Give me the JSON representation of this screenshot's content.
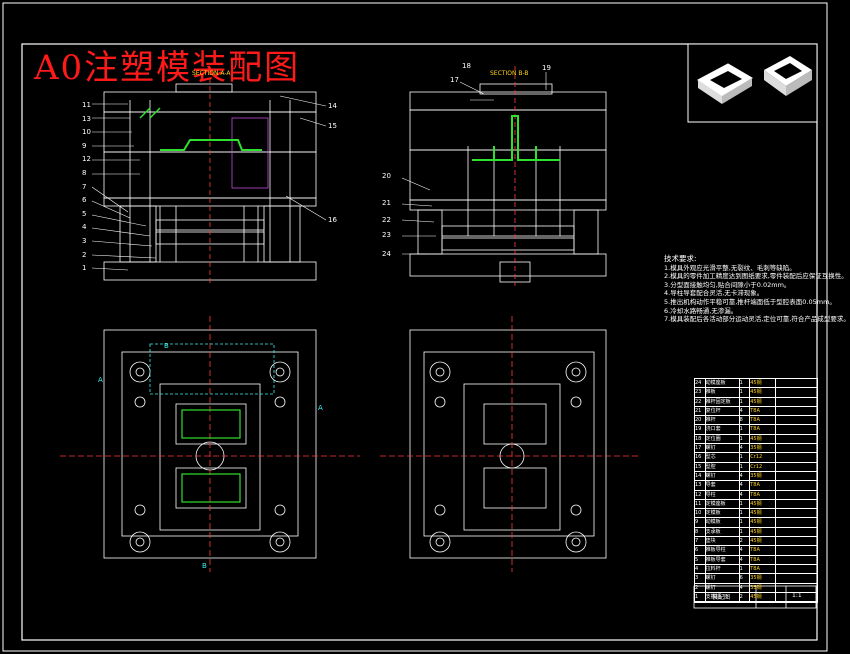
{
  "drawing": {
    "title": "A0注塑模装配图",
    "section_aa": "SECTION A-A",
    "section_bb": "SECTION B-B",
    "left_labels": [
      "11",
      "13",
      "10",
      "9",
      "12",
      "8",
      "7",
      "6",
      "5",
      "4",
      "3",
      "2",
      "1"
    ],
    "right_labels": [
      "14",
      "15",
      "16"
    ],
    "bb_top_labels": [
      "18",
      "17",
      "19"
    ],
    "bb_left_labels": [
      "20",
      "21",
      "22",
      "23",
      "24"
    ],
    "view_marks": [
      "A",
      "A",
      "B",
      "B"
    ],
    "tech_title": "技术要求:",
    "tech_lines": [
      "1.模具外观应光滑平整,无裂纹、毛刺等缺陷。",
      "2.模具的零件加工精度达到图纸要求,零件装配后应保证互换性。",
      "3.分型面接触均匀,贴合间隙小于0.02mm。",
      "4.导柱导套配合灵活,无卡滞现象。",
      "5.推出机构动作平稳可靠,推杆端面低于型腔表面0.05mm。",
      "6.冷却水路畅通,无渗漏。",
      "7.模具装配后各活动部分运动灵活,定位可靠,符合产品成型要求。"
    ],
    "bom_rows": [
      [
        "24",
        "动模座板",
        "1",
        "45钢",
        "",
        ""
      ],
      [
        "23",
        "推板",
        "1",
        "45钢",
        "",
        ""
      ],
      [
        "22",
        "推杆固定板",
        "1",
        "45钢",
        "",
        ""
      ],
      [
        "21",
        "复位杆",
        "4",
        "T8A",
        "",
        ""
      ],
      [
        "20",
        "推杆",
        "8",
        "T8A",
        "",
        ""
      ],
      [
        "19",
        "浇口套",
        "1",
        "T8A",
        "",
        ""
      ],
      [
        "18",
        "定位圈",
        "1",
        "45钢",
        "",
        ""
      ],
      [
        "17",
        "螺钉",
        "4",
        "35钢",
        "",
        ""
      ],
      [
        "16",
        "型芯",
        "1",
        "Cr12",
        "",
        ""
      ],
      [
        "15",
        "型腔",
        "1",
        "Cr12",
        "",
        ""
      ],
      [
        "14",
        "螺钉",
        "4",
        "35钢",
        "",
        ""
      ],
      [
        "13",
        "导套",
        "4",
        "T8A",
        "",
        ""
      ],
      [
        "12",
        "导柱",
        "4",
        "T8A",
        "",
        ""
      ],
      [
        "11",
        "定模座板",
        "1",
        "45钢",
        "",
        ""
      ],
      [
        "10",
        "定模板",
        "1",
        "45钢",
        "",
        ""
      ],
      [
        "9",
        "动模板",
        "1",
        "45钢",
        "",
        ""
      ],
      [
        "8",
        "支承板",
        "1",
        "45钢",
        "",
        ""
      ],
      [
        "7",
        "垫块",
        "2",
        "45钢",
        "",
        ""
      ],
      [
        "6",
        "推板导柱",
        "4",
        "T8A",
        "",
        ""
      ],
      [
        "5",
        "推板导套",
        "4",
        "T8A",
        "",
        ""
      ],
      [
        "4",
        "拉料杆",
        "1",
        "T8A",
        "",
        ""
      ],
      [
        "3",
        "螺钉",
        "6",
        "35钢",
        "",
        ""
      ],
      [
        "2",
        "螺钉",
        "4",
        "35钢",
        "",
        ""
      ],
      [
        "1",
        "支撑柱",
        "2",
        "45钢",
        "",
        ""
      ]
    ],
    "title_block": {
      "name": "装配图",
      "scale": "1:1"
    }
  }
}
